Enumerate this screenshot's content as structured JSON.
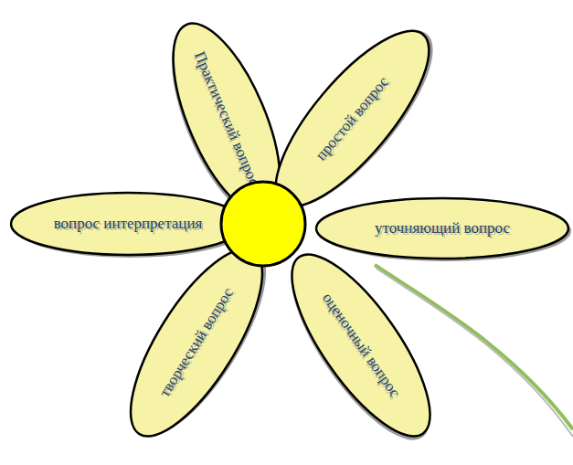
{
  "diagram": {
    "nodes": [
      {
        "text": [
          "Практический вопрос"
        ]
      },
      {
        "text": [
          "простой вопрос"
        ]
      },
      {
        "text": [
          "уточняющий вопрос"
        ]
      },
      {
        "text": [
          "оценочный вопрос"
        ]
      },
      {
        "text": [
          "творческий вопрос"
        ]
      },
      {
        "text": [
          "вопрос интерпретация"
        ]
      }
    ]
  }
}
